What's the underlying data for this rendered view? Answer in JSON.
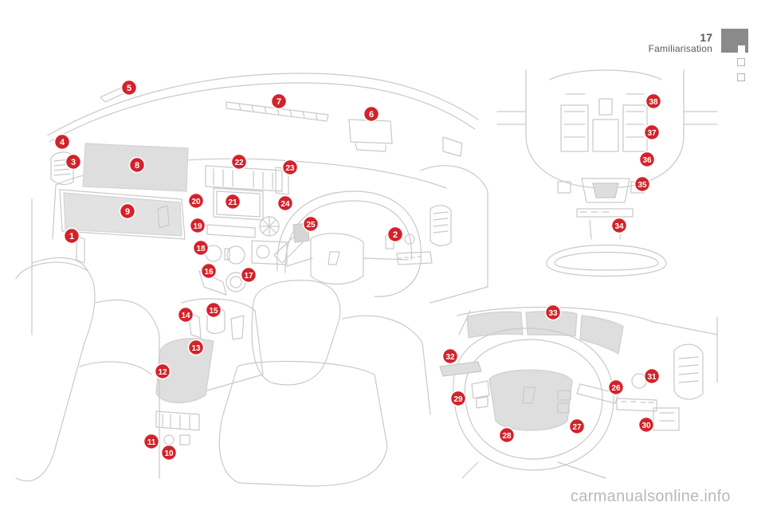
{
  "header": {
    "page_number": "17",
    "section_title": "Familiarisation"
  },
  "watermark": "carmanualsonline.info",
  "colors": {
    "callout": "#d2232a",
    "line": "#c9c9c9",
    "highlight": "#dedede",
    "tab": "#8a8a8a"
  },
  "callouts": [
    "1",
    "2",
    "3",
    "4",
    "5",
    "6",
    "7",
    "8",
    "9",
    "10",
    "11",
    "12",
    "13",
    "14",
    "15",
    "16",
    "17",
    "18",
    "19",
    "20",
    "21",
    "22",
    "23",
    "24",
    "25",
    "26",
    "27",
    "28",
    "29",
    "30",
    "31",
    "32",
    "33",
    "34",
    "35",
    "36",
    "37",
    "38"
  ]
}
